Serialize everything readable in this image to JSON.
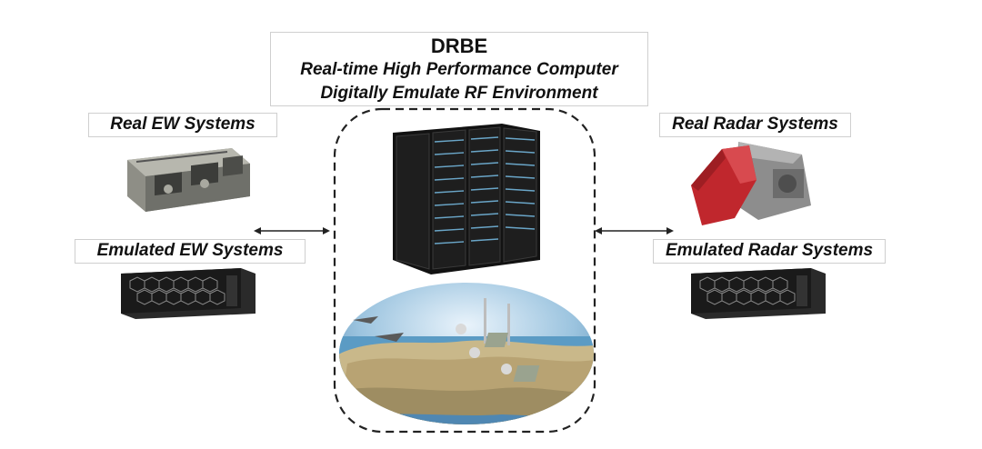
{
  "center": {
    "title": "DRBE",
    "subtitle_line1": "Real-time High Performance Computer",
    "subtitle_line2": "Digitally Emulate RF Environment"
  },
  "left": {
    "real_label": "Real EW Systems",
    "emulated_label": "Emulated EW Systems"
  },
  "right": {
    "real_label": "Real Radar Systems",
    "emulated_label": "Emulated Radar Systems"
  },
  "icons": [
    "ew-hardware-icon",
    "server-icon",
    "server-rack-icon",
    "battlefield-globe-icon",
    "radar-hardware-icon",
    "double-arrow-icon"
  ],
  "colors": {
    "frame": "#222222",
    "radar_red": "#c0272d",
    "rack": "#1b1b1b",
    "sea": "#5b9bc4",
    "land": "#c9b88a"
  }
}
